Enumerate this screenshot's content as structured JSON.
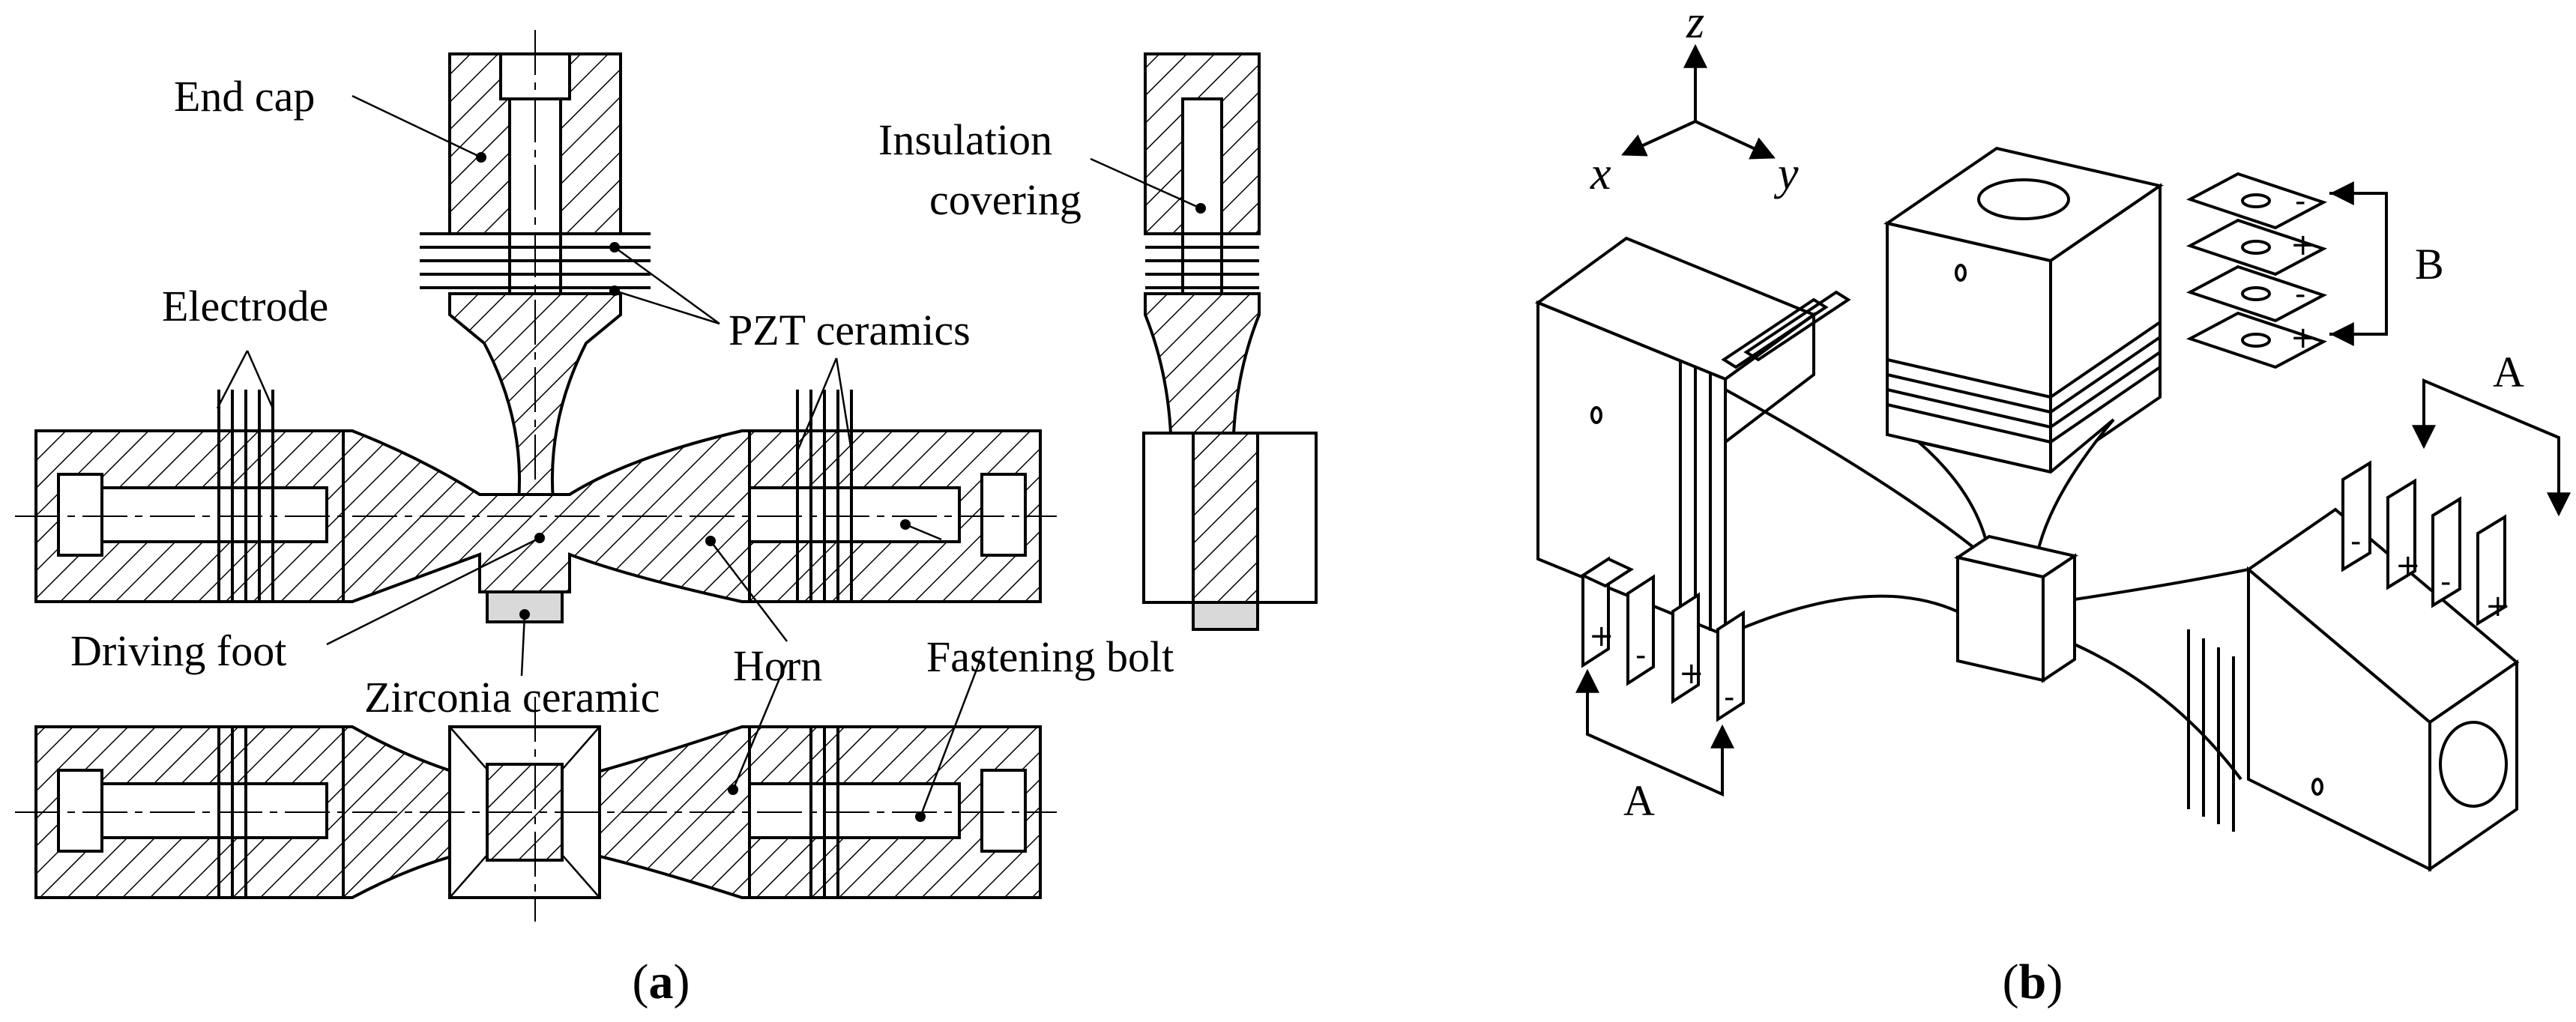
{
  "panel_a": {
    "labels": {
      "end_cap": "End cap",
      "insulation_1": "Insulation",
      "insulation_2": "covering",
      "electrode": "Electrode",
      "pzt": "PZT ceramics",
      "driving_foot": "Driving foot",
      "zirconia": "Zirconia ceramic",
      "horn": "Horn",
      "fastening_bolt": "Fastening bolt"
    },
    "caption": {
      "open": "(",
      "letter": "a",
      "close": ")"
    }
  },
  "panel_b": {
    "axes": {
      "z": "z",
      "x": "x",
      "y": "y"
    },
    "group_labels": {
      "a_left": "A",
      "a_right": "A",
      "b": "B"
    },
    "signs": {
      "b_stack": [
        "-",
        "+",
        "-",
        "+"
      ],
      "a_left": [
        "+",
        "-",
        "+",
        "-"
      ],
      "a_right": [
        "-",
        "+",
        "-",
        "+"
      ]
    },
    "caption": {
      "open": "(",
      "letter": "b",
      "close": ")"
    }
  },
  "colors": {
    "line": "#000000",
    "background": "#ffffff",
    "zirconia_fill": "#d9d9d9"
  }
}
